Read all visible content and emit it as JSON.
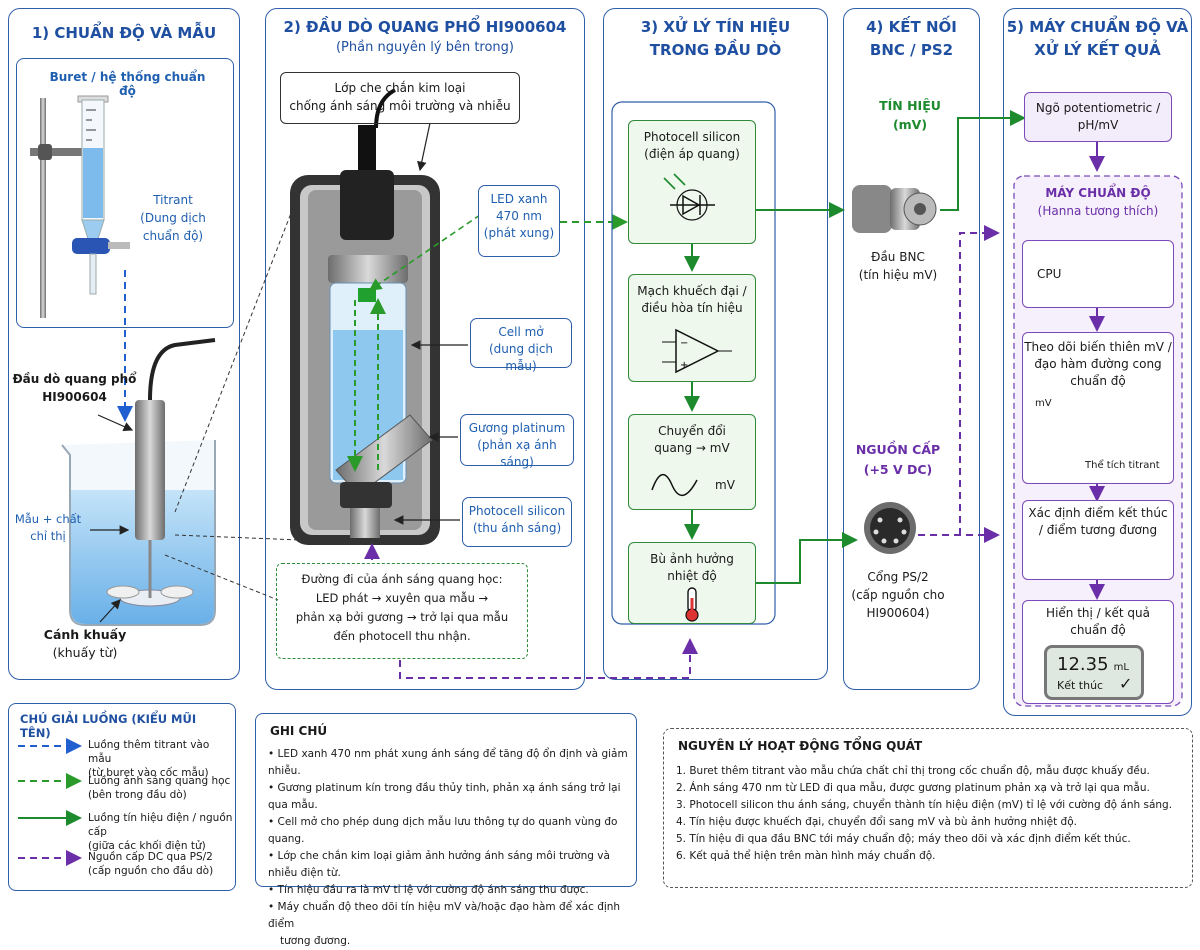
{
  "panels": {
    "p1": {
      "title": "1) CHUẨN ĐỘ VÀ MẪU"
    },
    "p2": {
      "title": "2) ĐẦU DÒ QUANG PHỔ HI900604",
      "subtitle": "(Phần nguyên lý bên trong)"
    },
    "p3": {
      "title_1": "3) XỬ LÝ TÍN HIỆU",
      "title_2": "TRONG ĐẦU DÒ"
    },
    "p4": {
      "title_1": "4) KẾT NỐI",
      "title_2": "BNC / PS2"
    },
    "p5": {
      "title_1": "5) MÁY CHUẨN ĐỘ VÀ",
      "title_2": "XỬ LÝ KẾT QUẢ"
    }
  },
  "titration": {
    "buret_label": "Buret / hệ thống chuẩn độ",
    "titrant_1": "Titrant",
    "titrant_2": "(Dung dịch",
    "titrant_3": "chuẩn độ)",
    "probe_1": "Đầu dò quang phổ",
    "probe_2": "HI900604",
    "sample_1": "Mẫu + chất",
    "sample_2": "chỉ thị",
    "stirrer_1": "Cánh khuấy",
    "stirrer_2": "(khuấy từ)"
  },
  "probe": {
    "shield_1": "Lớp che chắn kim loại",
    "shield_2": "chống ánh sáng môi trường và nhiễu",
    "led_1": "LED xanh",
    "led_2": "470 nm",
    "led_3": "(phát xung)",
    "cell_1": "Cell mở",
    "cell_2": "(dung dịch mẫu)",
    "mirror_1": "Gương platinum",
    "mirror_2": "(phản xạ ánh sáng)",
    "photo_1": "Photocell silicon",
    "photo_2": "(thu ánh sáng)",
    "path_1": "Đường đi của ánh sáng quang học:",
    "path_2": "LED phát → xuyên qua mẫu →",
    "path_3": "phản xạ bởi gương → trở lại qua mẫu",
    "path_4": "đến photocell thu nhận."
  },
  "signal": {
    "b1_1": "Photocell silicon",
    "b1_2": "(điện áp quang)",
    "b2_1": "Mạch khuếch đại /",
    "b2_2": "điều hòa tín hiệu",
    "b3_1": "Chuyển đổi",
    "b3_2": "quang → mV",
    "b3_unit": "mV",
    "b4_1": "Bù ảnh hưởng",
    "b4_2": "nhiệt độ"
  },
  "connect": {
    "signal_1": "TÍN HIỆU",
    "signal_2": "(mV)",
    "bnc_1": "Đầu BNC",
    "bnc_2": "(tín hiệu mV)",
    "power_1": "NGUỒN CẤP",
    "power_2": "(+5 V DC)",
    "ps2_1": "Cổng PS/2",
    "ps2_2": "(cấp nguồn cho",
    "ps2_3": "HI900604)"
  },
  "titrator": {
    "input_1": "Ngõ potentiometric /",
    "input_2": "pH/mV",
    "machine_1": "MÁY CHUẨN ĐỘ",
    "machine_2": "(Hanna tương thích)",
    "cpu": "CPU",
    "monitor_1": "Theo dõi biến thiên mV /",
    "monitor_2": "đạo hàm đường cong",
    "monitor_3": "chuẩn độ",
    "graph_y": "mV",
    "graph_x": "Thể tích titrant",
    "endpoint_1": "Xác định điểm kết thúc",
    "endpoint_2": "/ điểm tương đương",
    "display_1": "Hiển thị / kết quả",
    "display_2": "chuẩn độ",
    "reading_value": "12.35",
    "reading_unit": "mL",
    "reading_status": "Kết thúc"
  },
  "legend": {
    "title": "CHÚ GIẢI LUỒNG (KIỂU MŨI TÊN)",
    "items": [
      {
        "line1": "Luồng thêm titrant vào mẫu",
        "line2": "(từ buret vào cốc mẫu)",
        "color": "#1f5fd0"
      },
      {
        "line1": "Luồng ánh sáng quang học",
        "line2": "(bên trong đầu dò)",
        "color": "#2a9a2a"
      },
      {
        "line1": "Luồng tín hiệu điện / nguồn cấp",
        "line2": "(giữa các khối điện tử)",
        "color": "#1e8a2e"
      },
      {
        "line1": "Nguồn cấp DC qua PS/2",
        "line2": "(cấp nguồn cho đầu dò)",
        "color": "#6a2fa8"
      }
    ]
  },
  "notes": {
    "title": "GHI CHÚ",
    "items": [
      "LED xanh 470 nm phát xung ánh sáng để tăng độ ổn định và giảm nhiễu.",
      "Gương platinum kín trong đầu thủy tinh, phản xạ ánh sáng trở lại qua mẫu.",
      "Cell mở cho phép dung dịch mẫu lưu thông tự do quanh vùng đo quang.",
      "Lớp che chắn kim loại giảm ảnh hưởng ánh sáng môi trường và nhiễu điện từ.",
      "Tín hiệu đầu ra là mV tỉ lệ với cường độ ánh sáng thu được.",
      "Máy chuẩn độ theo dõi tín hiệu mV và/hoặc đạo hàm để xác định điểm",
      "tương đương."
    ]
  },
  "principle": {
    "title": "NGUYÊN LÝ HOẠT ĐỘNG TỔNG QUÁT",
    "items": [
      "1.  Buret thêm titrant vào mẫu chứa chất chỉ thị trong cốc chuẩn độ, mẫu được khuấy đều.",
      "2.  Ánh sáng 470 nm từ LED đi qua mẫu, được gương platinum phản xạ và trở lại qua mẫu.",
      "3.  Photocell silicon thu ánh sáng, chuyển thành tín hiệu điện (mV) tỉ lệ với cường độ ánh sáng.",
      "4.  Tín hiệu được khuếch đại, chuyển đổi sang mV và bù ảnh hưởng nhiệt độ.",
      "5.  Tín hiệu đi qua đầu BNC tới máy chuẩn độ; máy theo dõi và xác định điểm kết thúc.",
      "6.  Kết quả thể hiện trên màn hình máy chuẩn độ."
    ]
  },
  "colors": {
    "panel_border": "#2f5fa8",
    "title_blue": "#1f4fa0",
    "signal_green": "#1e8a2e",
    "power_purple": "#6a2fa8",
    "titrant_blue": "#1f5fd0"
  }
}
